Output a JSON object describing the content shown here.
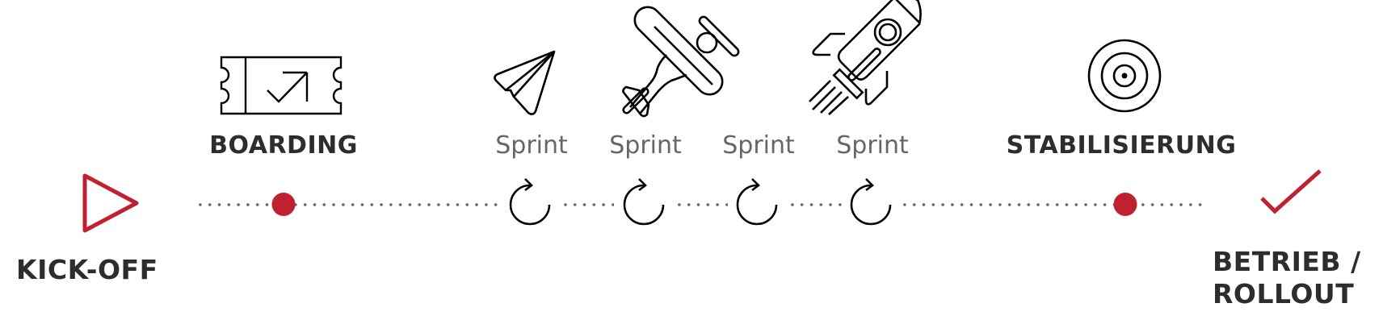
{
  "colors": {
    "accent": "#c0202f",
    "text_dark": "#2d2d2d",
    "text_sprint": "#666666",
    "icon_stroke": "#000000",
    "dotted_line": "#666666"
  },
  "start": {
    "label": "KICK-OFF",
    "icon": "play-triangle-icon"
  },
  "milestones": [
    {
      "label": "BOARDING",
      "icon": "ticket-icon",
      "marker": "red-dot"
    },
    {
      "label": "STABILISIERUNG",
      "icon": "target-icon",
      "marker": "red-dot"
    }
  ],
  "sprints": [
    {
      "label": "Sprint",
      "icon": "paper-plane-icon",
      "marker": "cycle-arrow"
    },
    {
      "label": "Sprint",
      "icon": "airplane-icon",
      "marker": "cycle-arrow"
    },
    {
      "label": "Sprint",
      "icon": "none",
      "marker": "cycle-arrow"
    },
    {
      "label": "Sprint",
      "icon": "rocket-icon",
      "marker": "cycle-arrow"
    }
  ],
  "end": {
    "label_line1": "BETRIEB /",
    "label_line2": "ROLLOUT",
    "icon": "checkmark-icon"
  }
}
